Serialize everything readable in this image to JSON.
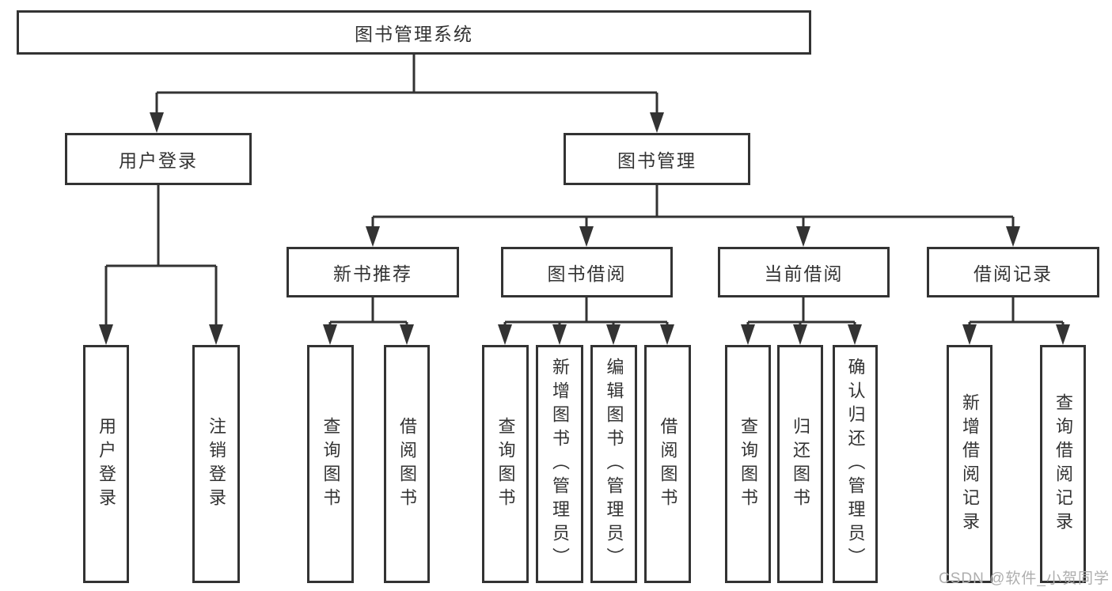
{
  "diagram_type": "functional-structure-tree",
  "colors": {
    "line": "#333333",
    "node_text": "#333333",
    "watermark": "#aeaeae",
    "background": "#ffffff"
  },
  "watermark": {
    "text": "CSDN @软件_小贺同学"
  },
  "tree": {
    "label": "图书管理系统",
    "children": [
      {
        "label": "用户登录",
        "children": [
          {
            "label": "用户登录"
          },
          {
            "label": "注销登录"
          }
        ]
      },
      {
        "label": "图书管理",
        "children": [
          {
            "label": "新书推荐",
            "children": [
              {
                "label": "查询图书"
              },
              {
                "label": "借阅图书"
              }
            ]
          },
          {
            "label": "图书借阅",
            "children": [
              {
                "label": "查询图书"
              },
              {
                "label": "新增图书（管理员）"
              },
              {
                "label": "编辑图书（管理员）"
              },
              {
                "label": "借阅图书"
              }
            ]
          },
          {
            "label": "当前借阅",
            "children": [
              {
                "label": "查询图书"
              },
              {
                "label": "归还图书"
              },
              {
                "label": "确认归还（管理员）"
              }
            ]
          },
          {
            "label": "借阅记录",
            "children": [
              {
                "label": "新增借阅记录"
              },
              {
                "label": "查询借阅记录"
              }
            ]
          }
        ]
      }
    ]
  }
}
